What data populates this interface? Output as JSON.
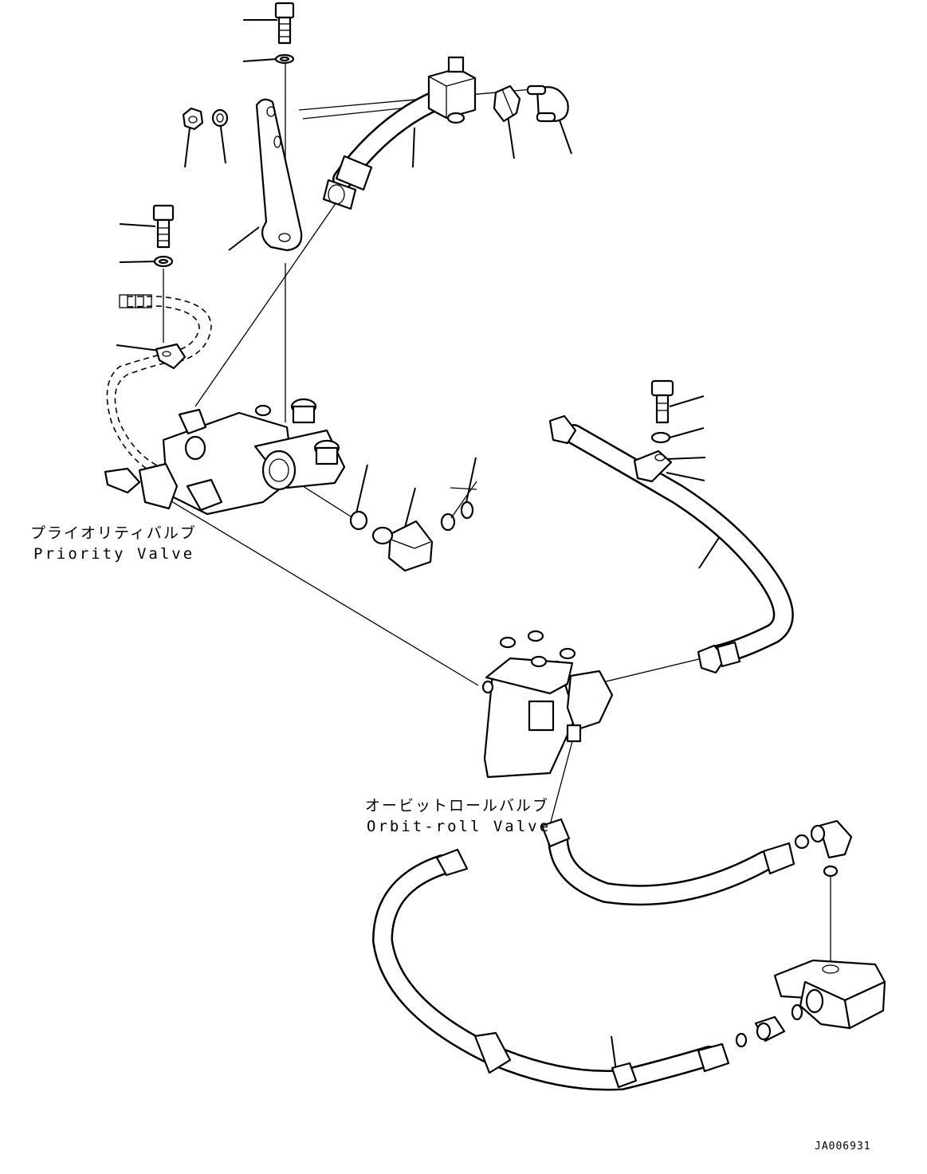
{
  "labels": {
    "priority_valve_ja": "プライオリティバルブ",
    "priority_valve_en": "Priority Valve",
    "orbit_roll_valve_ja": "オービットロールバルブ",
    "orbit_roll_valve_en": "Orbit-roll Valve",
    "drawing_code": "JA006931"
  },
  "colors": {
    "line": "#000000",
    "background": "#ffffff"
  }
}
